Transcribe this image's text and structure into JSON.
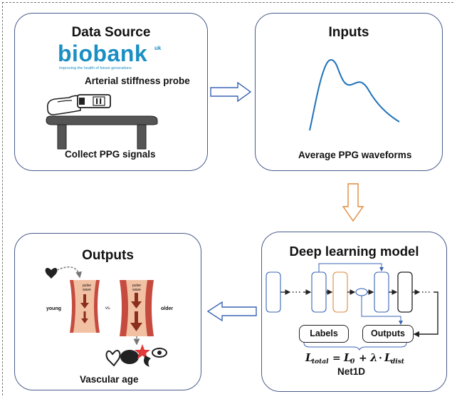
{
  "data_source": {
    "title": "Data Source",
    "logo_text": "biobank",
    "logo_suffix": "uk",
    "logo_tagline": "Improving the health of future generations",
    "probe_label": "Arterial stiffness probe",
    "caption": "Collect PPG signals"
  },
  "inputs": {
    "title": "Inputs",
    "caption": "Average PPG waveforms"
  },
  "model": {
    "title": "Deep learning model",
    "labels_box": "Labels",
    "outputs_box": "Outputs",
    "name": "Net1D"
  },
  "outputs": {
    "title": "Outputs",
    "young": "young",
    "vs": "vs.",
    "older": "older",
    "pulse_wave_young": "pulse wave",
    "pulse_wave_older": "pulse wave",
    "caption": "Vascular age"
  },
  "colors": {
    "panel_border": "#4a5b8c",
    "arrow_blue": "#3a64b5",
    "arrow_orange": "#e08a3c",
    "biobank_blue": "#1a8fc4",
    "vessel_dark": "#c64b3f",
    "vessel_light": "#f2c1a3",
    "arrow_red": "#8b2e1d"
  }
}
